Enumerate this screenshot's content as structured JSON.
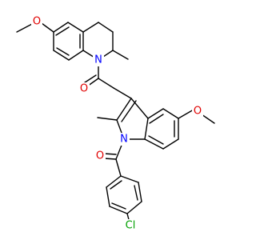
{
  "colors": {
    "bond": "#000000",
    "oxygen": "#e00000",
    "nitrogen": "#0000ff",
    "chlorine": "#00a000"
  },
  "molecule": {
    "labels": {
      "o_methoxy_top": "O",
      "n_quinoline": "N",
      "o_carbonyl_top": "O",
      "o_methoxy_right": "O",
      "n_indole": "N",
      "o_carbonyl_bottom": "O",
      "cl": "Cl"
    }
  }
}
